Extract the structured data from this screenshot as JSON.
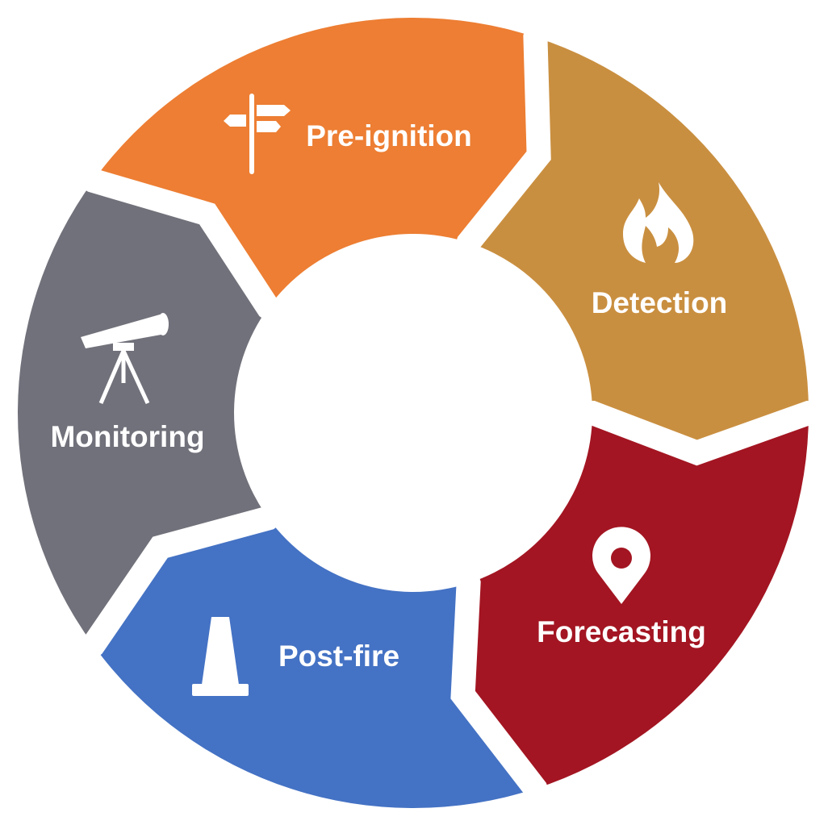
{
  "title": "Wildfire management cycle",
  "segments": [
    {
      "id": "pre-ignition",
      "label": "Pre-ignition",
      "icon": "signpost-icon",
      "color": "#ED7E33"
    },
    {
      "id": "detection",
      "label": "Detection",
      "icon": "flame-icon",
      "color": "#C98F40"
    },
    {
      "id": "forecasting",
      "label": "Forecasting",
      "icon": "map-pin-icon",
      "color": "#A31522"
    },
    {
      "id": "post-fire",
      "label": "Post-fire",
      "icon": "traffic-cone-icon",
      "color": "#4472C4"
    },
    {
      "id": "monitoring",
      "label": "Monitoring",
      "icon": "telescope-icon",
      "color": "#71717B"
    }
  ]
}
